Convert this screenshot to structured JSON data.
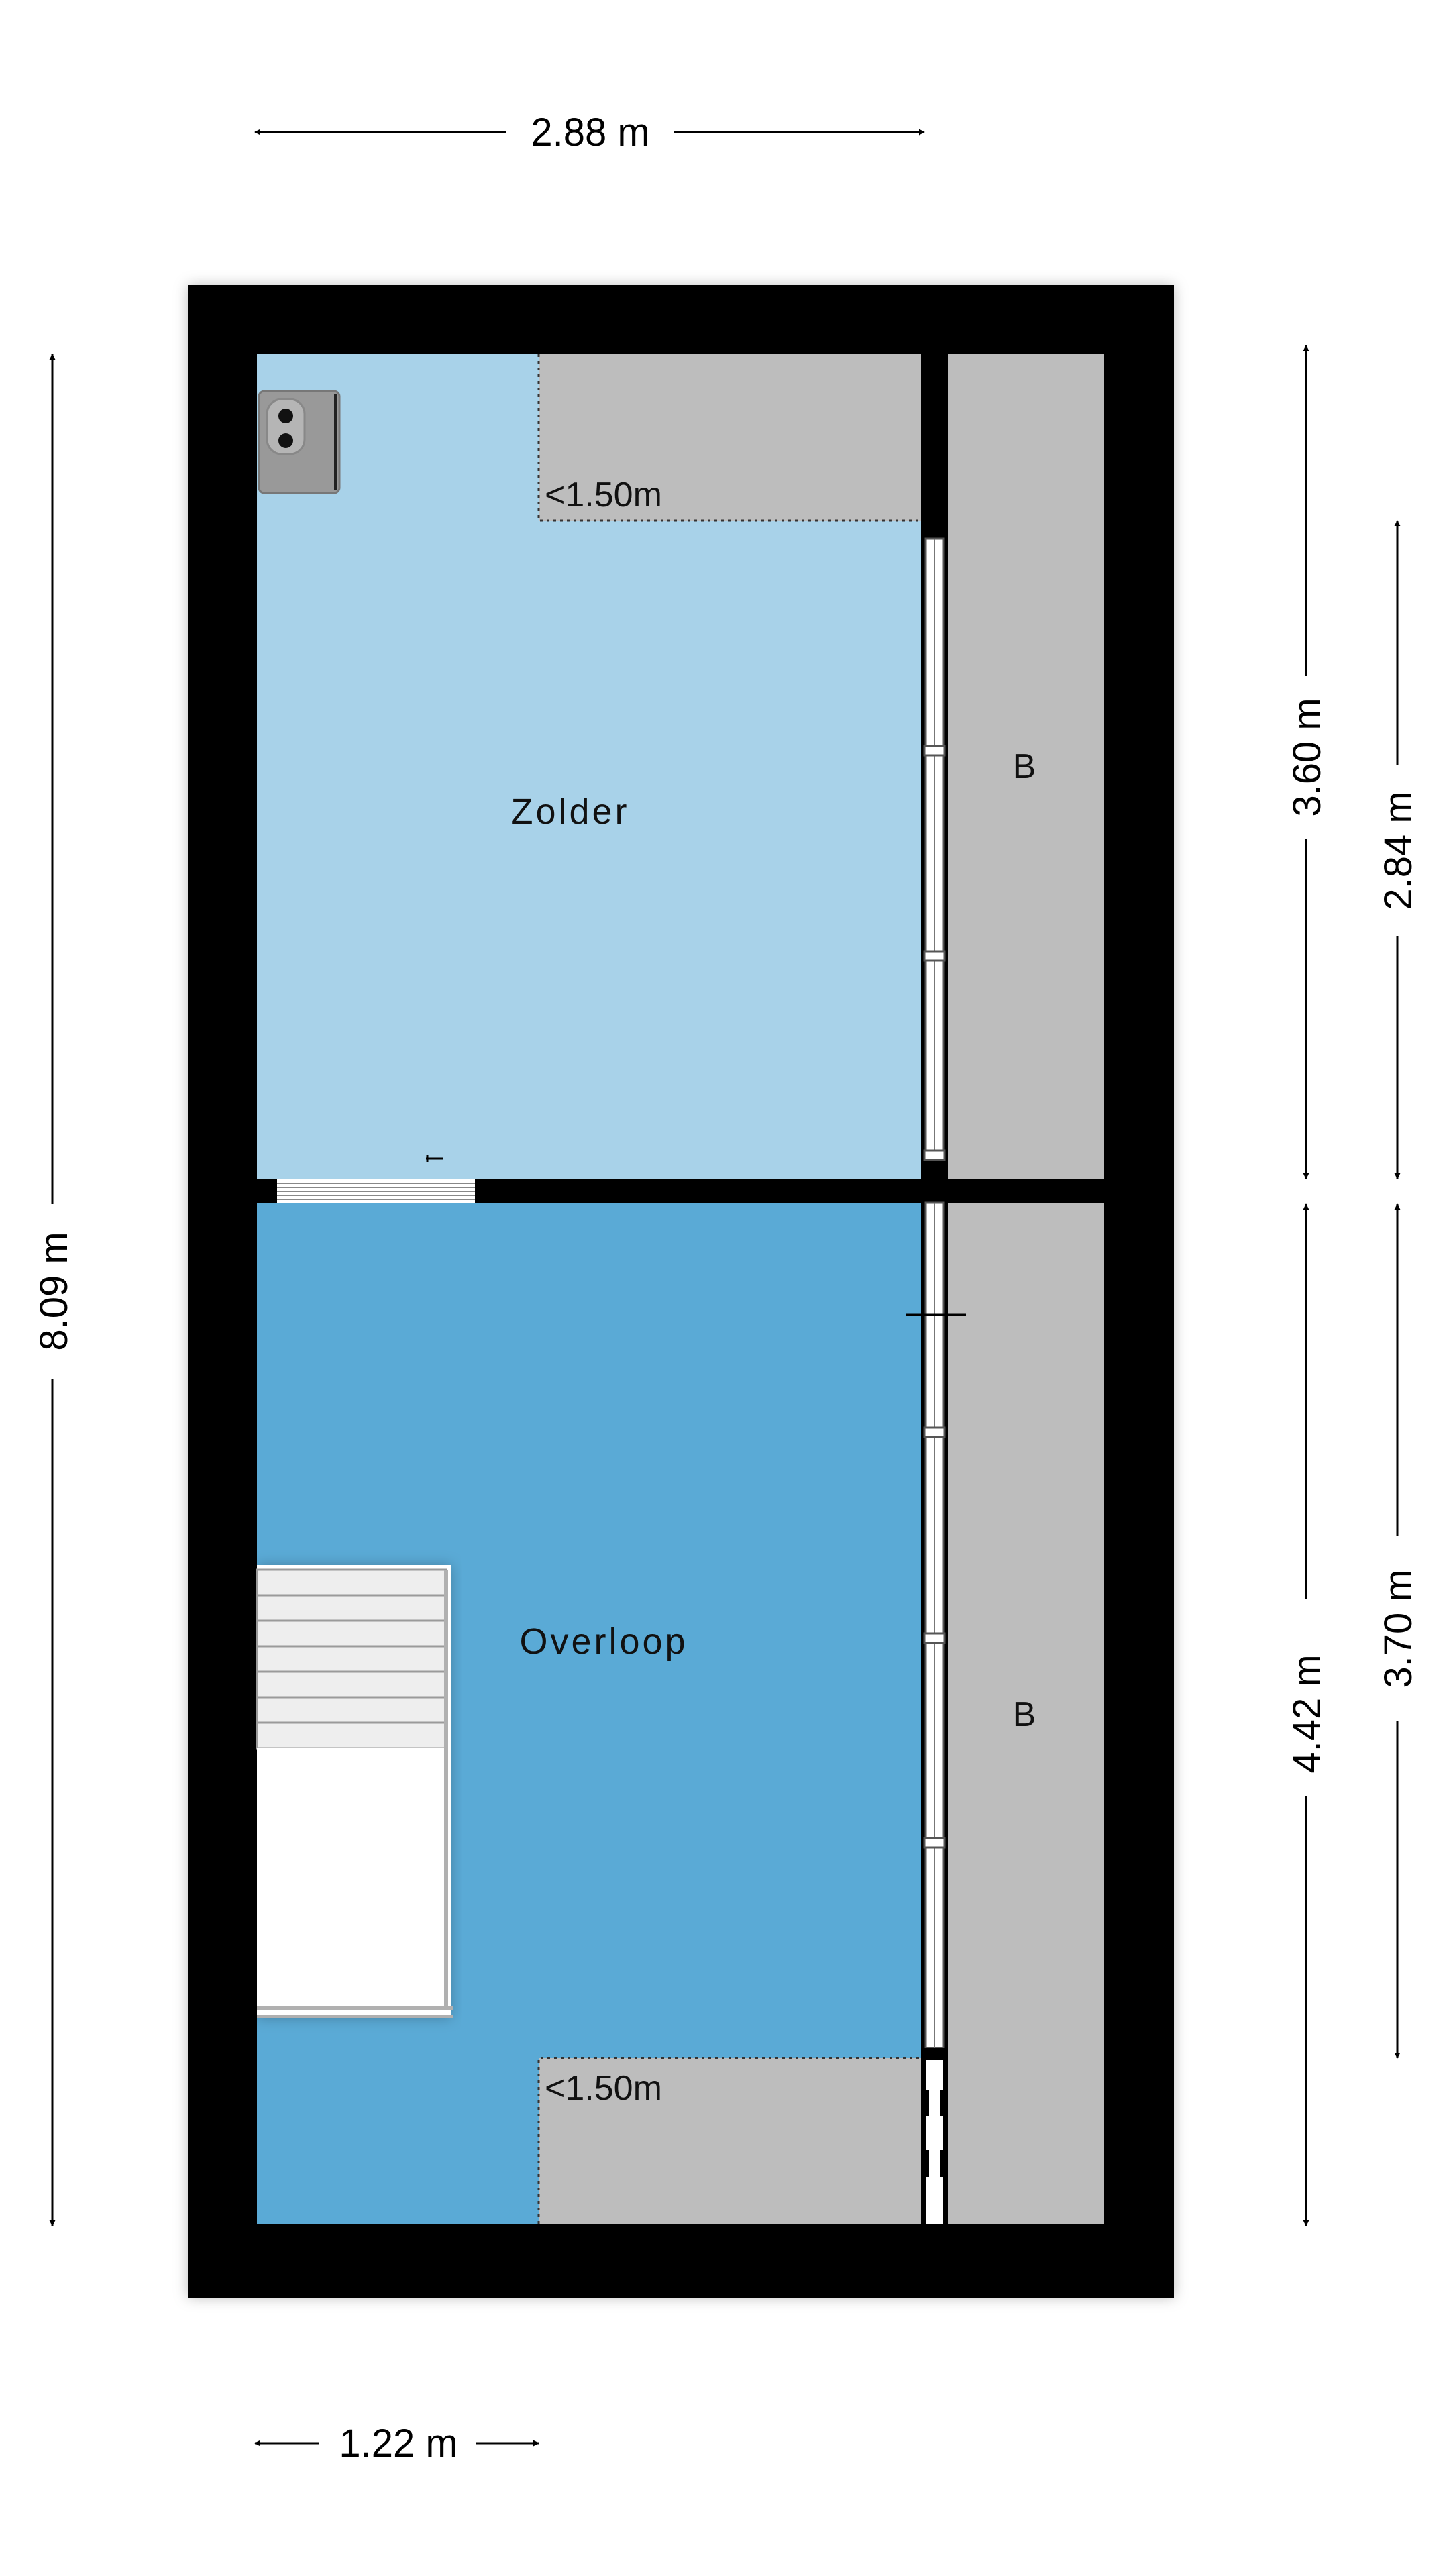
{
  "dimensions": {
    "top_width": "2.88 m",
    "bottom_width": "1.22 m",
    "left_height": "8.09 m",
    "right_upper_outer": "3.60 m",
    "right_upper_inner": "2.84 m",
    "right_lower_outer": "4.42 m",
    "right_lower_inner": "3.70 m"
  },
  "rooms": {
    "upper": {
      "name": "Zolder"
    },
    "lower": {
      "name": "Overloop"
    },
    "side_upper": {
      "name": "B"
    },
    "side_lower": {
      "name": "B"
    }
  },
  "headroom": {
    "upper": "<1.50m",
    "lower": "<1.50m"
  },
  "colors": {
    "wall": "#000000",
    "zolder": "#a8d2e9",
    "overloop": "#5aaad6",
    "low_ceiling": "#bdbdbd",
    "side_storage": "#bdbdbd",
    "stair_step": "#eeeeee"
  }
}
